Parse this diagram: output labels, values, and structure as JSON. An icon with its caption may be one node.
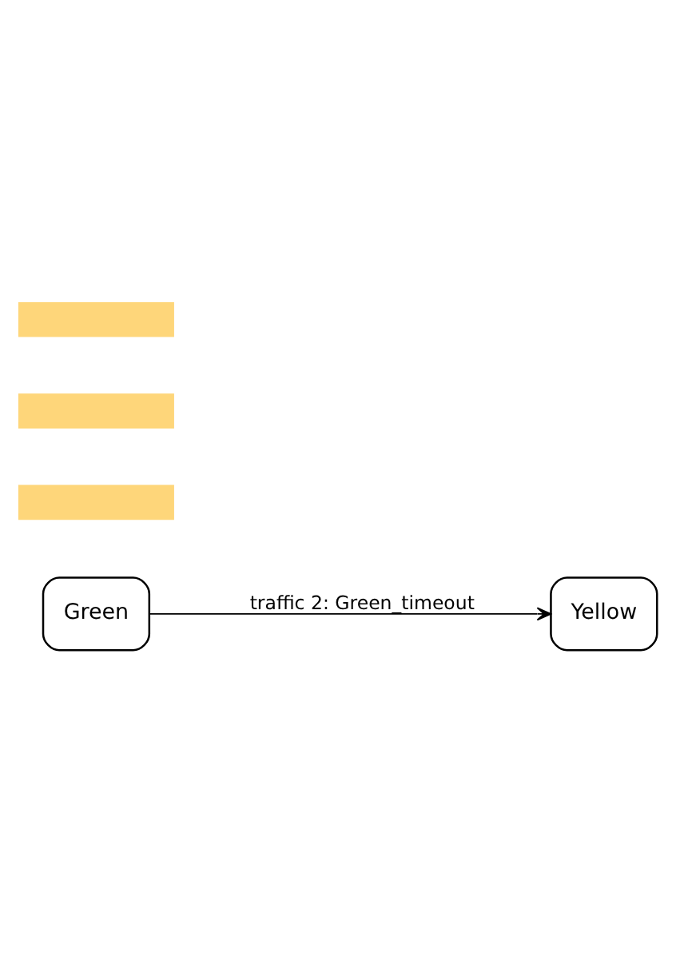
{
  "diagram": {
    "nodes": [
      {
        "text": [
          "Green"
        ]
      },
      {
        "text": [
          "Yellow"
        ]
      },
      {
        "text": [],
        "shape": "bar"
      },
      {
        "text": [],
        "shape": "bar"
      },
      {
        "text": [],
        "shape": "bar"
      }
    ],
    "edges": [
      {
        "from": 0,
        "to": 1,
        "arrow": "to",
        "label": "traffic 2: Green_timeout"
      }
    ]
  }
}
